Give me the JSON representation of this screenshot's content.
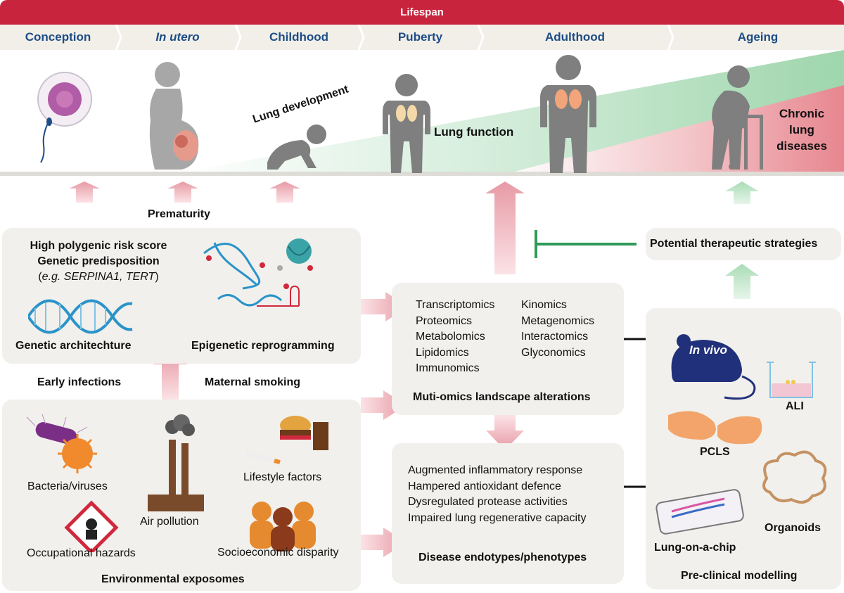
{
  "header": {
    "title": "Lifespan"
  },
  "stages": [
    {
      "label": "Conception"
    },
    {
      "label": "In utero"
    },
    {
      "label": "Childhood"
    },
    {
      "label": "Puberty"
    },
    {
      "label": "Adulthood"
    },
    {
      "label": "Ageing"
    }
  ],
  "timeline": {
    "lung_development": "Lung development",
    "lung_function": "Lung function",
    "chronic": [
      "Chronic",
      "lung",
      "diseases"
    ]
  },
  "labels": {
    "prematurity": "Prematurity",
    "early_infections": "Early infections",
    "maternal_smoking": "Maternal smoking",
    "therapeutic": "Potential therapeutic strategies"
  },
  "genetics": {
    "line1": "High polygenic risk score",
    "line2": "Genetic predisposition",
    "line3_prefix": "(",
    "line3_eg": "e.g. SERPINA1, TERT",
    "line3_suffix": ")",
    "genetic_architecture": "Genetic architechture",
    "epigenetic": "Epigenetic reprogramming"
  },
  "environment": {
    "bacteria": "Bacteria/viruses",
    "air": "Air pollution",
    "lifestyle": "Lifestyle factors",
    "occupational": "Occupational hazards",
    "socioeconomic": "Socioeconomic disparity",
    "title": "Environmental exposomes"
  },
  "omics": {
    "left": [
      "Transcriptomics",
      "Proteomics",
      "Metabolomics",
      "Lipidomics",
      "Immunomics"
    ],
    "right": [
      "Kinomics",
      "Metagenomics",
      "Interactomics",
      "Glyconomics"
    ],
    "title": "Muti-omics landscape alterations"
  },
  "disease": {
    "lines": [
      "Augmented inflammatory response",
      "Hampered antioxidant defence",
      "Dysregulated protease activities",
      "Impaired lung regenerative capacity"
    ],
    "title": "Disease endotypes/phenotypes"
  },
  "models": {
    "in_vivo": "In vivo",
    "ali": "ALI",
    "pcls": "PCLS",
    "organoids": "Organoids",
    "chip": "Lung-on-a-chip",
    "title": "Pre-clinical modelling"
  },
  "colors": {
    "header_red": "#c8243e",
    "stage_blue": "#1d4d86",
    "green": "#2e9a57",
    "pink": "#e79aa5",
    "box": "#f1f0ec"
  }
}
